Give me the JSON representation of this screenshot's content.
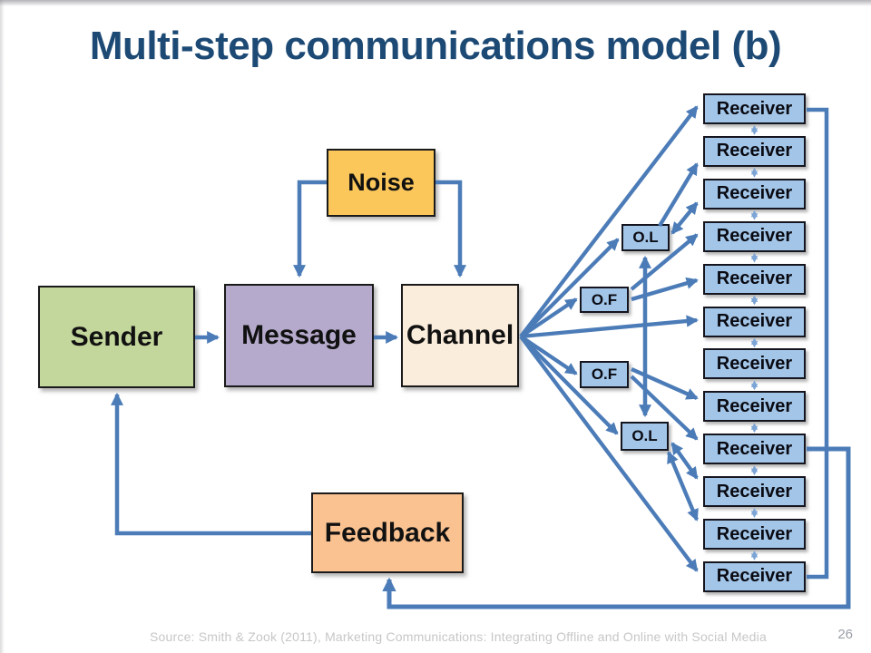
{
  "title": "Multi-step communications model (b)",
  "title_color": "#1d4a75",
  "nodes": {
    "sender": {
      "label": "Sender",
      "fill": "#C3D69B"
    },
    "message": {
      "label": "Message",
      "fill": "#B5AACB"
    },
    "channel": {
      "label": "Channel",
      "fill": "#FBEDDC"
    },
    "noise": {
      "label": "Noise",
      "fill": "#FBC75B"
    },
    "feedback": {
      "label": "Feedback",
      "fill": "#FAC291"
    }
  },
  "relays": [
    {
      "id": "ol-top",
      "label": "O.L"
    },
    {
      "id": "of-upper",
      "label": "O.F"
    },
    {
      "id": "of-lower",
      "label": "O.F"
    },
    {
      "id": "ol-bottom",
      "label": "O.L"
    }
  ],
  "receivers": {
    "label": "Receiver",
    "count": 12,
    "fill": "#A3C6E8"
  },
  "arrow_color": "#4C7CB8",
  "light_arrow_color": "#7CA5D6",
  "footer": {
    "source": "Source: Smith & Zook (2011), Marketing Communications: Integrating Offline and Online with Social Media",
    "page": "26"
  }
}
